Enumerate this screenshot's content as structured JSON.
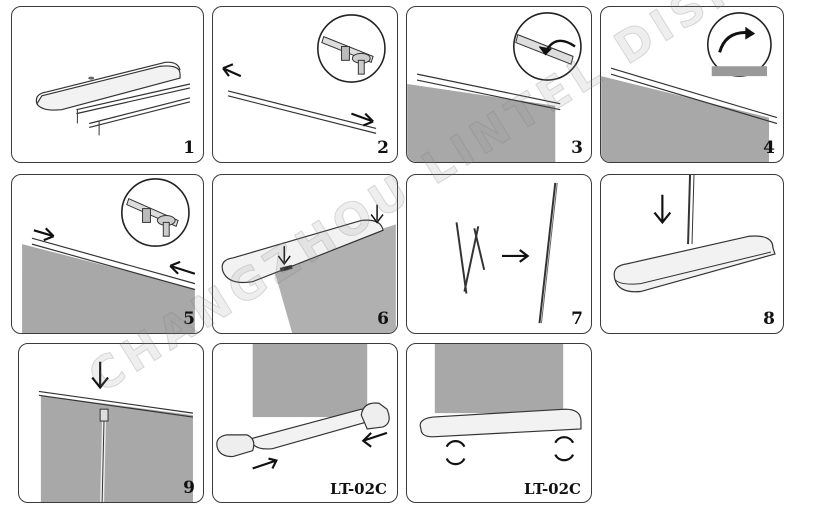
{
  "steps": [
    {
      "number": "1"
    },
    {
      "number": "2"
    },
    {
      "number": "3"
    },
    {
      "number": "4"
    },
    {
      "number": "5"
    },
    {
      "number": "6"
    },
    {
      "number": "7"
    },
    {
      "number": "8"
    },
    {
      "number": "9"
    },
    {
      "model": "LT-02C"
    },
    {
      "model": "LT-02C"
    }
  ],
  "watermark": "CHANGZHOU LINTEL DISPLAY"
}
